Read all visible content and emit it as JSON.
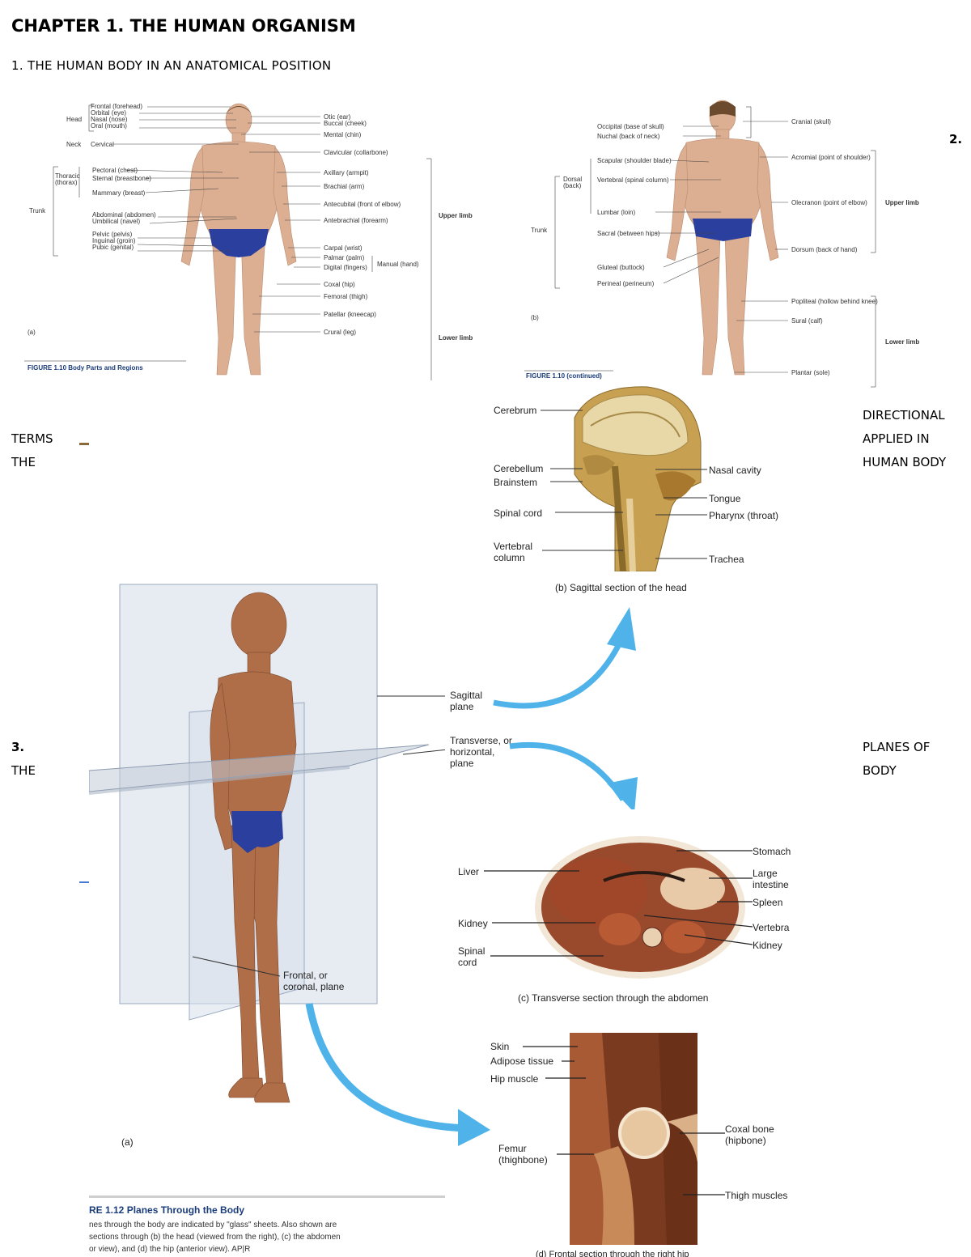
{
  "doc": {
    "title": "CHAPTER 1. THE HUMAN ORGANISM",
    "subtitle": "1. THE HUMAN BODY IN AN ANATOMICAL POSITION",
    "marker2": "2.",
    "directional": [
      "DIRECTIONAL",
      "APPLIED IN",
      "HUMAN BODY"
    ],
    "terms": [
      "TERMS",
      "THE"
    ],
    "marker3": "3.",
    "the2": "THE",
    "planes": [
      "PLANES OF",
      "BODY"
    ]
  },
  "fig110": {
    "part_label": "(a)",
    "part_label_b": "(b)",
    "caption": "FIGURE 1.10  Body Parts and Regions",
    "caption_cont": "FIGURE 1.10  (continued)",
    "front_left": [
      {
        "group": "Head",
        "items": [
          "Frontal (forehead)",
          "Orbital (eye)",
          "Nasal (nose)",
          "Oral (mouth)"
        ]
      },
      {
        "group": "Neck",
        "items": [
          "Cervical"
        ]
      },
      {
        "group": "Thoracic (thorax)",
        "items": [
          "Pectoral (chest)",
          "Sternal (breastbone)",
          "Mammary (breast)"
        ]
      },
      {
        "group": "Trunk",
        "items": [
          "Abdominal (abdomen)",
          "Umbilical (navel)",
          "Pelvic (pelvis)",
          "Inguinal (groin)",
          "Pubic (genital)"
        ]
      }
    ],
    "front_right": [
      "Otic (ear)",
      "Buccal (cheek)",
      "Mental (chin)",
      "Clavicular (collarbone)",
      "Axillary (armpit)",
      "Brachial (arm)",
      "Antecubital (front of elbow)",
      "Antebrachial (forearm)",
      "Carpal (wrist)",
      "Palmar (palm)",
      "Digital (fingers)",
      "Coxal (hip)",
      "Femoral (thigh)",
      "Patellar (kneecap)",
      "Crural (leg)"
    ],
    "front_groups": [
      "Upper limb",
      "Manual (hand)",
      "Lower limb"
    ],
    "back_left": [
      "Occipital (base of skull)",
      "Nuchal (back of neck)",
      "Scapular (shoulder blade)",
      "Vertebral (spinal column)",
      "Lumbar (loin)",
      "Sacral (between hips)",
      "Gluteal (buttock)",
      "Perineal (perineum)"
    ],
    "back_left_groups": [
      "Dorsal (back)",
      "Trunk"
    ],
    "back_right": [
      "Cranial (skull)",
      "Acromial (point of shoulder)",
      "Olecranon (point of elbow)",
      "Dorsum (back of hand)",
      "Popliteal (hollow behind knee)",
      "Sural (calf)",
      "Plantar (sole)"
    ],
    "back_groups": [
      "Upper limb",
      "Lower limb"
    ]
  },
  "fig112": {
    "head_labels_left": [
      "Cerebrum",
      "Cerebellum",
      "Brainstem",
      "Spinal cord",
      "Vertebral column"
    ],
    "head_labels_right": [
      "Nasal cavity",
      "Tongue",
      "Pharynx (throat)",
      "Trachea"
    ],
    "head_caption": "(b) Sagittal section of the head",
    "planes": [
      "Sagittal plane",
      "Transverse, or horizontal, plane",
      "Frontal, or coronal, plane"
    ],
    "abd_labels_left": [
      "Liver",
      "Kidney",
      "Spinal cord"
    ],
    "abd_labels_right": [
      "Stomach",
      "Large intestine",
      "Spleen",
      "Vertebra",
      "Kidney"
    ],
    "abd_caption": "(c) Transverse section through the abdomen",
    "hip_labels_left": [
      "Skin",
      "Adipose tissue",
      "Hip muscle",
      "Femur (thighbone)"
    ],
    "hip_labels_right": [
      "Coxal bone (hipbone)",
      "Thigh muscles"
    ],
    "hip_caption": "(d) Frontal section through the right hip",
    "part_a": "(a)",
    "caption_title": "RE 1.12  Planes Through the Body",
    "caption_lines": [
      "nes through the body are indicated by \"glass\" sheets. Also shown are",
      "sections through (b) the head (viewed from the right), (c) the abdomen",
      "or view), and (d) the hip (anterior view).  AP|R"
    ]
  },
  "colors": {
    "skin": "#d9a88a",
    "skin_dark": "#7a4a30",
    "briefs": "#2b3f9e",
    "glass": "#c9d4e2",
    "arrow": "#4fb3ea",
    "tissue_brown": "#9a4a2c",
    "tissue_light": "#e8c9a8",
    "caption_blue": "#1a3d7a"
  }
}
